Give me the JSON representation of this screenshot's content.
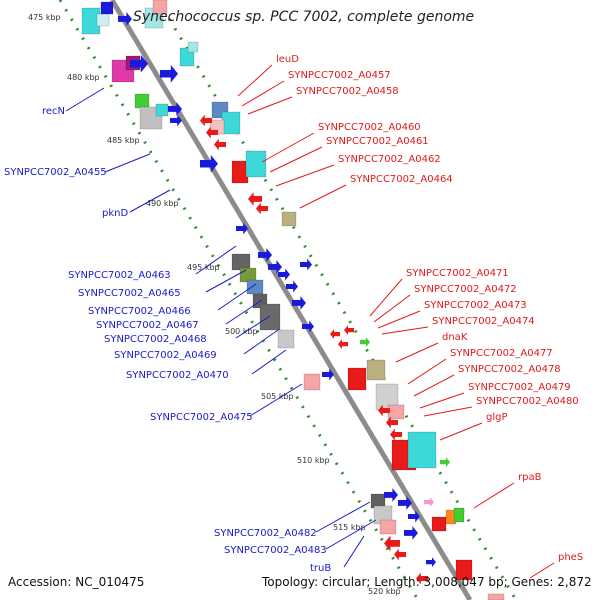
{
  "title": "Synechococcus sp. PCC 7002, complete genome",
  "footer": {
    "accession": "Accession: NC_010475",
    "summary": "Topology: circular; Length: 3,008,047 bp; Genes: 2,872"
  },
  "colors": {
    "backbone": "#8c8c8c",
    "ruler": "#2f8f2f",
    "forward_label": "#1a1ac8",
    "reverse_label": "#e01a1a"
  },
  "ticks": [
    "475 kbp",
    "480 kbp",
    "485 kbp",
    "490 kbp",
    "495 kbp",
    "500 kbp",
    "505 kbp",
    "510 kbp",
    "515 kbp",
    "520 kbp"
  ],
  "left_labels": [
    "recN",
    "SYNPCC7002_A0455",
    "pknD",
    "SYNPCC7002_A0463",
    "SYNPCC7002_A0465",
    "SYNPCC7002_A0466",
    "SYNPCC7002_A0467",
    "SYNPCC7002_A0468",
    "SYNPCC7002_A0469",
    "SYNPCC7002_A0470",
    "SYNPCC7002_A0475",
    "SYNPCC7002_A0482",
    "SYNPCC7002_A0483",
    "truB"
  ],
  "right_labels": [
    "leuD",
    "SYNPCC7002_A0457",
    "SYNPCC7002_A0458",
    "SYNPCC7002_A0460",
    "SYNPCC7002_A0461",
    "SYNPCC7002_A0462",
    "SYNPCC7002_A0464",
    "SYNPCC7002_A0471",
    "SYNPCC7002_A0472",
    "SYNPCC7002_A0473",
    "SYNPCC7002_A0474",
    "dnaK",
    "SYNPCC7002_A0477",
    "SYNPCC7002_A0478",
    "SYNPCC7002_A0479",
    "SYNPCC7002_A0480",
    "glgP",
    "rpaB",
    "pheS"
  ]
}
